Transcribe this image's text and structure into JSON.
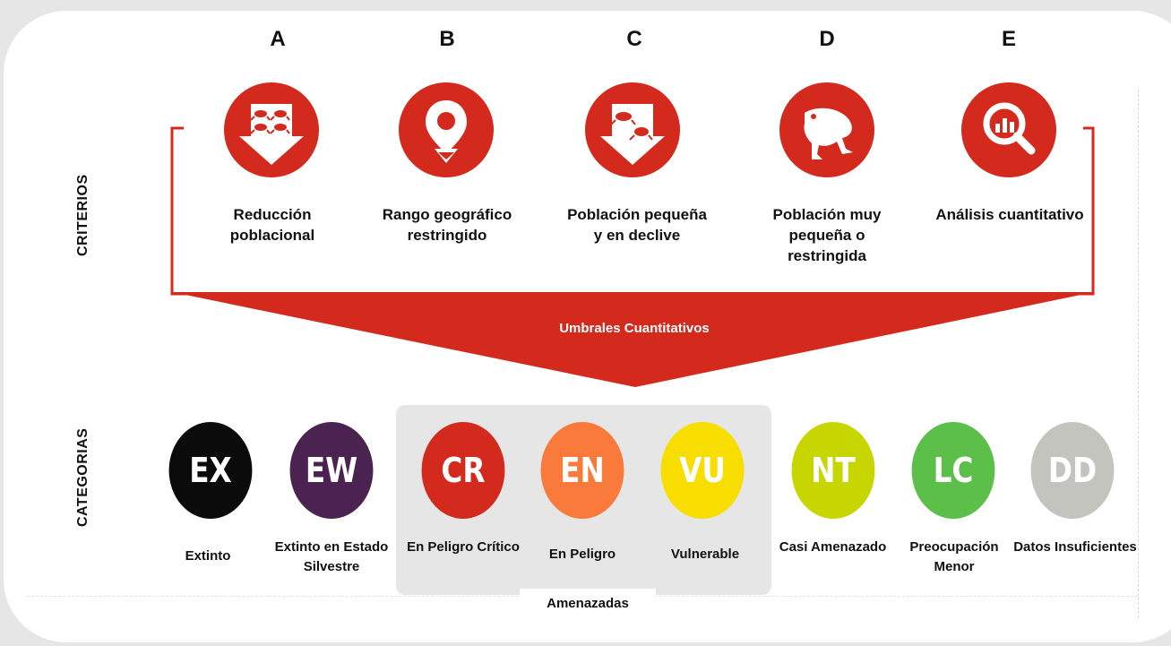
{
  "side_labels": {
    "criteria": "CRITERIOS",
    "categories": "CATEGORIAS"
  },
  "criteria": [
    {
      "letter": "A",
      "label": "Reducción poblacional",
      "icon": "population-reduction-icon"
    },
    {
      "letter": "B",
      "label": "Rango geográfico restringido",
      "icon": "map-pin-icon"
    },
    {
      "letter": "C",
      "label": "Población pequeña y en declive",
      "icon": "small-declining-population-icon"
    },
    {
      "letter": "D",
      "label": "Población muy pequeña o restringida",
      "icon": "frog-icon"
    },
    {
      "letter": "E",
      "label": "Análisis cuantitativo",
      "icon": "magnifier-chart-icon"
    }
  ],
  "threshold": "Umbrales Cuantitativos",
  "threatened_group": "Amenazadas",
  "categories": [
    {
      "code": "EX",
      "label": "Extinto",
      "color": "#0b0b0b"
    },
    {
      "code": "EW",
      "label": "Extinto en Estado Silvestre",
      "color": "#4b2350"
    },
    {
      "code": "CR",
      "label": "En Peligro Crítico",
      "color": "#d42a1e"
    },
    {
      "code": "EN",
      "label": "En Peligro",
      "color": "#fa7a3c"
    },
    {
      "code": "VU",
      "label": "Vulnerable",
      "color": "#f7de00"
    },
    {
      "code": "NT",
      "label": "Casi Amenazado",
      "color": "#c8d600"
    },
    {
      "code": "LC",
      "label": "Preocupación Menor",
      "color": "#5cbf4a"
    },
    {
      "code": "DD",
      "label": "Datos Insuficientes",
      "color": "#c4c4bf"
    }
  ],
  "colors": {
    "accent": "#d42a1e",
    "threat_box": "#e6e6e6"
  }
}
